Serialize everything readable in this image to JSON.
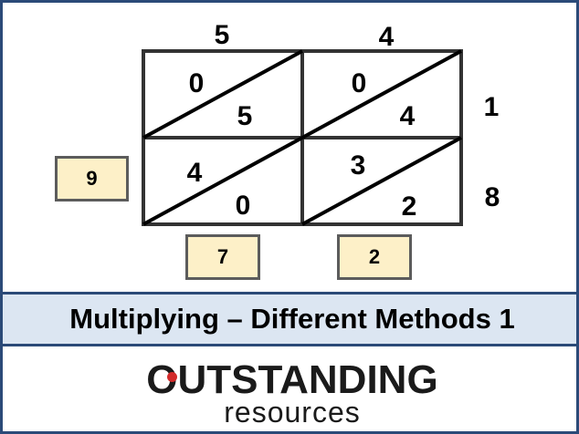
{
  "lattice": {
    "top_digits": [
      "5",
      "4"
    ],
    "right_digits": [
      "1",
      "8"
    ],
    "cells": [
      [
        {
          "upper": "0",
          "lower": "5"
        },
        {
          "upper": "0",
          "lower": "4"
        }
      ],
      [
        {
          "upper": "4",
          "lower": "0"
        },
        {
          "upper": "3",
          "lower": "2"
        }
      ]
    ]
  },
  "answer_boxes": {
    "left": "9",
    "bottom_left": "7",
    "bottom_right": "2"
  },
  "title": "Multiplying – Different Methods 1",
  "logo": {
    "word": "OUTSTANDING",
    "sub": "resources"
  },
  "colors": {
    "border": "#2b4a78",
    "band": "#dce6f2",
    "box_fill": "#fdf0c8",
    "box_border": "#5c5c5c",
    "logo_dot": "#d22a2a"
  }
}
